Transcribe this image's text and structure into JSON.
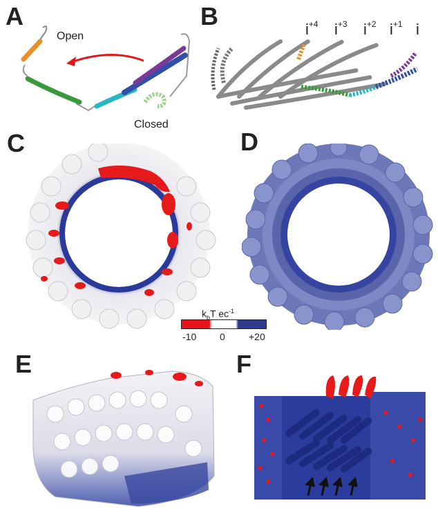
{
  "panels": {
    "A": {
      "letter": "A",
      "open_label": "Open",
      "closed_label": "Closed"
    },
    "B": {
      "letter": "B",
      "indices": [
        {
          "base": "i",
          "sup": "+4"
        },
        {
          "base": "i",
          "sup": "+3"
        },
        {
          "base": "i",
          "sup": "+2"
        },
        {
          "base": "i",
          "sup": "+1"
        },
        {
          "base": "i",
          "sup": ""
        }
      ]
    },
    "C": {
      "letter": "C"
    },
    "D": {
      "letter": "D"
    },
    "E": {
      "letter": "E"
    },
    "F": {
      "letter": "F"
    }
  },
  "colorbar": {
    "unit_main": "k",
    "unit_sub": "b",
    "unit_rest": "T ec",
    "unit_sup": "-1",
    "ticks": [
      "-10",
      "0",
      "+20"
    ],
    "colors": {
      "negative": "#e8141c",
      "neutral": "#ffffff",
      "positive": "#2e3a8c"
    }
  }
}
